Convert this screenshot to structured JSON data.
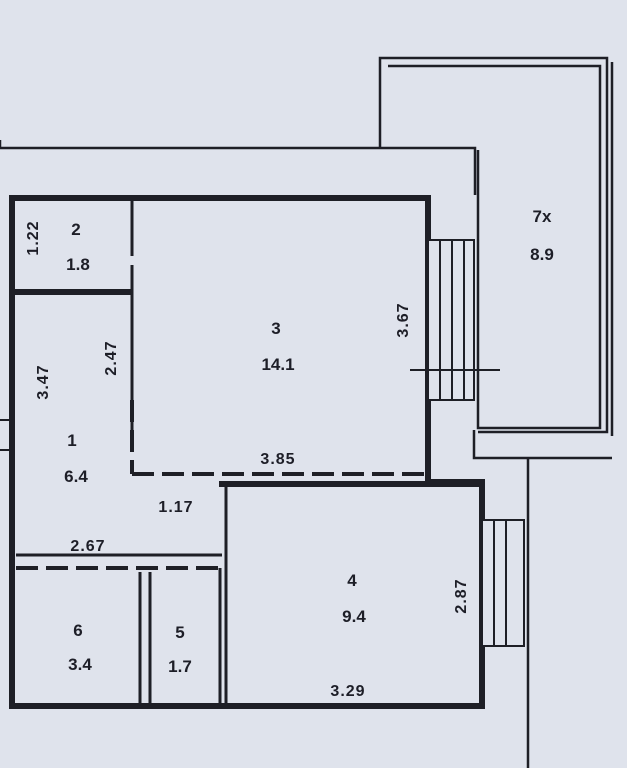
{
  "rooms": [
    {
      "number": "1",
      "area": "6.4"
    },
    {
      "number": "2",
      "area": "1.8"
    },
    {
      "number": "3",
      "area": "14.1"
    },
    {
      "number": "4",
      "area": "9.4"
    },
    {
      "number": "5",
      "area": "1.7"
    },
    {
      "number": "6",
      "area": "3.4"
    },
    {
      "number": "7x",
      "area": "8.9"
    }
  ],
  "dimensions": {
    "room2_height": "1.22",
    "room1_height": "3.47",
    "corridor_height": "2.47",
    "room3_height": "3.67",
    "room3_width": "3.85",
    "door_width": "1.17",
    "room1_width": "2.67",
    "room4_height": "2.87",
    "room4_width": "3.29"
  }
}
